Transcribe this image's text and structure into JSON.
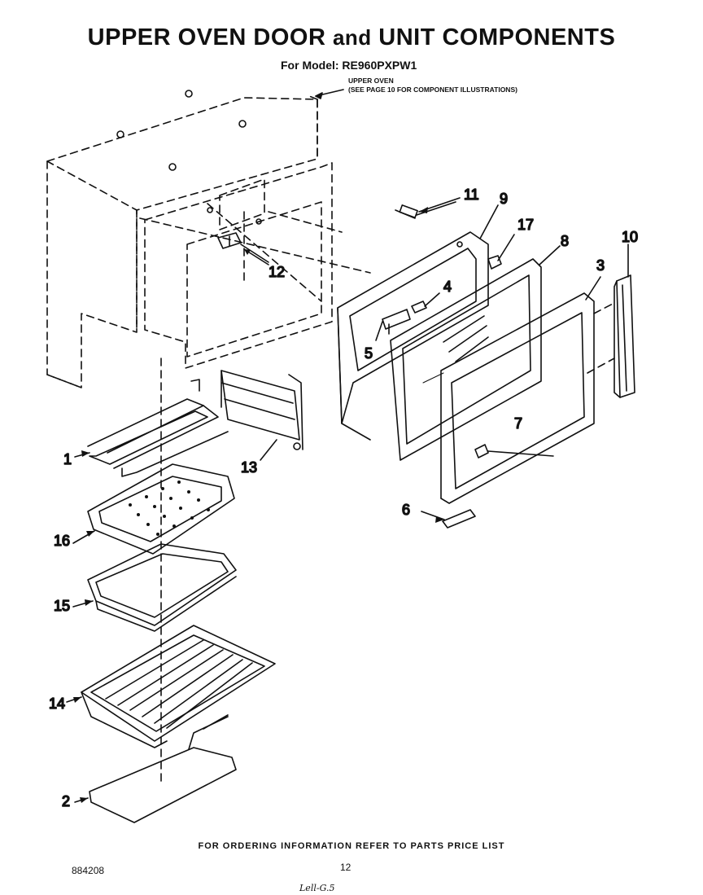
{
  "header": {
    "title_part1": "UPPER OVEN DOOR ",
    "title_and": "and",
    "title_part2": " UNIT COMPONENTS",
    "model_line": "For Model: RE960PXPW1"
  },
  "note": {
    "line1": "UPPER OVEN",
    "line2": "(SEE PAGE 10 FOR COMPONENT ILLUSTRATIONS)"
  },
  "callouts": {
    "c1": "1",
    "c2": "2",
    "c3": "3",
    "c4": "4",
    "c5": "5",
    "c6": "6",
    "c7": "7",
    "c8": "8",
    "c9": "9",
    "c10": "10",
    "c11": "11",
    "c12": "12",
    "c13": "13",
    "c14": "14",
    "c15": "15",
    "c16": "16",
    "c17": "17"
  },
  "footer": {
    "ordering": "FOR ORDERING INFORMATION REFER TO PARTS PRICE LIST",
    "doc_number": "884208",
    "page_number": "12",
    "handwritten": "Lell-G.5"
  }
}
